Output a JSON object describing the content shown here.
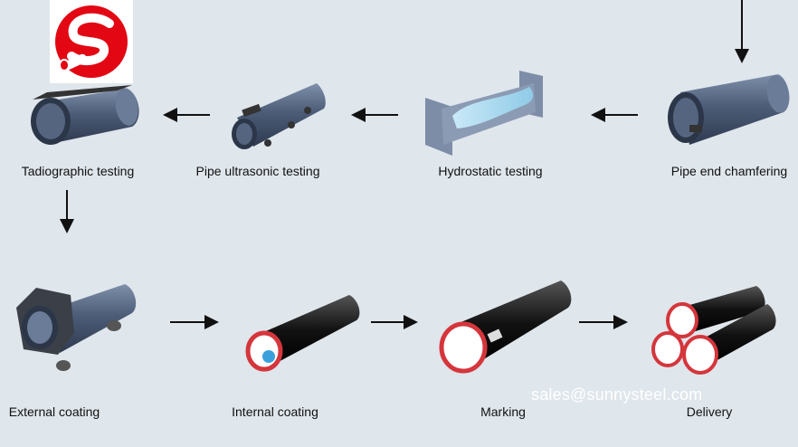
{
  "steps": {
    "top": [
      {
        "label": "Tadiographic testing"
      },
      {
        "label": "Pipe ultrasonic testing"
      },
      {
        "label": "Hydrostatic testing"
      },
      {
        "label": "Pipe end chamfering"
      }
    ],
    "bottom": [
      {
        "label": "External coating"
      },
      {
        "label": "Internal coating"
      },
      {
        "label": "Marking"
      },
      {
        "label": "Delivery"
      }
    ]
  },
  "watermark": {
    "email": "sales@sunnysteel.com"
  },
  "logo": {
    "icon": "sunny-steel-logo",
    "color": "#e30613"
  },
  "colors": {
    "background": "#dfe6ec",
    "pipe": "#4f5f7a",
    "coated": "#1a1a1a",
    "inner_red": "#d4363c"
  }
}
